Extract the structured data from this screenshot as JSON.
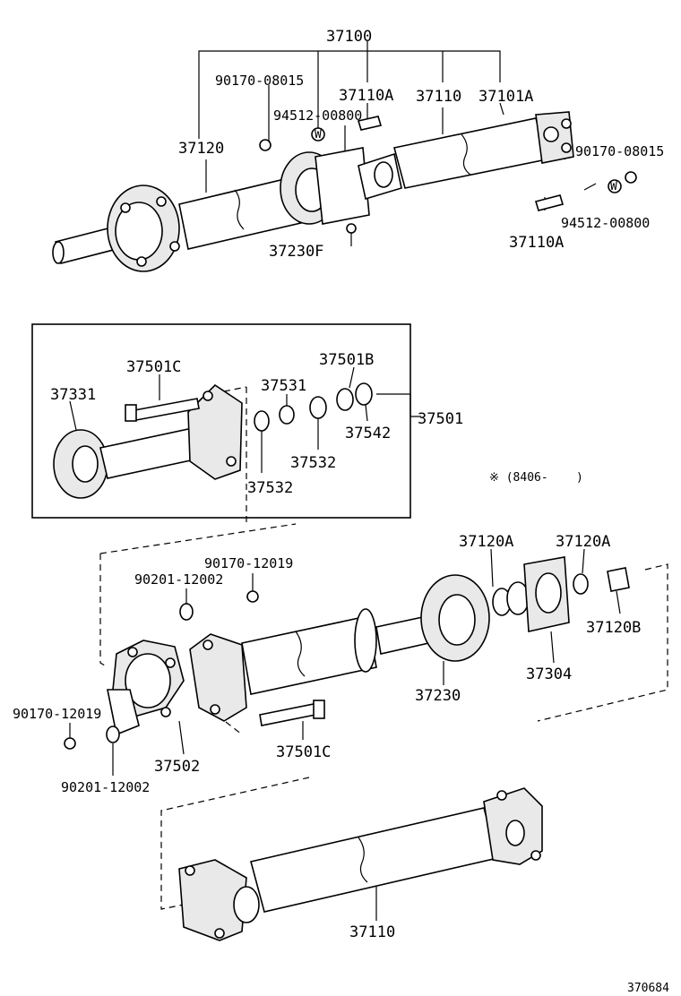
{
  "labels": {
    "p37100": "37100",
    "p90170_08015_top": "90170-08015",
    "p37110A_top": "37110A",
    "p37110_top": "37110",
    "p37101A": "37101A",
    "p94512_00800_top": "94512-00800",
    "p37120": "37120",
    "p90170_08015_right": "90170-08015",
    "p94512_00800_right": "94512-00800",
    "p37110A_right": "37110A",
    "p37230F": "37230F",
    "p37501C_box": "37501C",
    "p37501B": "37501B",
    "p37331": "37331",
    "p37531": "37531",
    "p37542": "37542",
    "p37501": "37501",
    "p37532_a": "37532",
    "p37532_b": "37532",
    "note": "※ (8406-    )",
    "p37120A_a": "37120A",
    "p37120A_b": "37120A",
    "p90170_12019_top": "90170-12019",
    "p90201_12002_top": "90201-12002",
    "p37120B": "37120B",
    "p37304": "37304",
    "p37230": "37230",
    "p90170_12019_left": "90170-12019",
    "p37501C_mid": "37501C",
    "p37502": "37502",
    "p90201_12002_bottom": "90201-12002",
    "p37110_bottom": "37110",
    "fig_number": "370684"
  }
}
